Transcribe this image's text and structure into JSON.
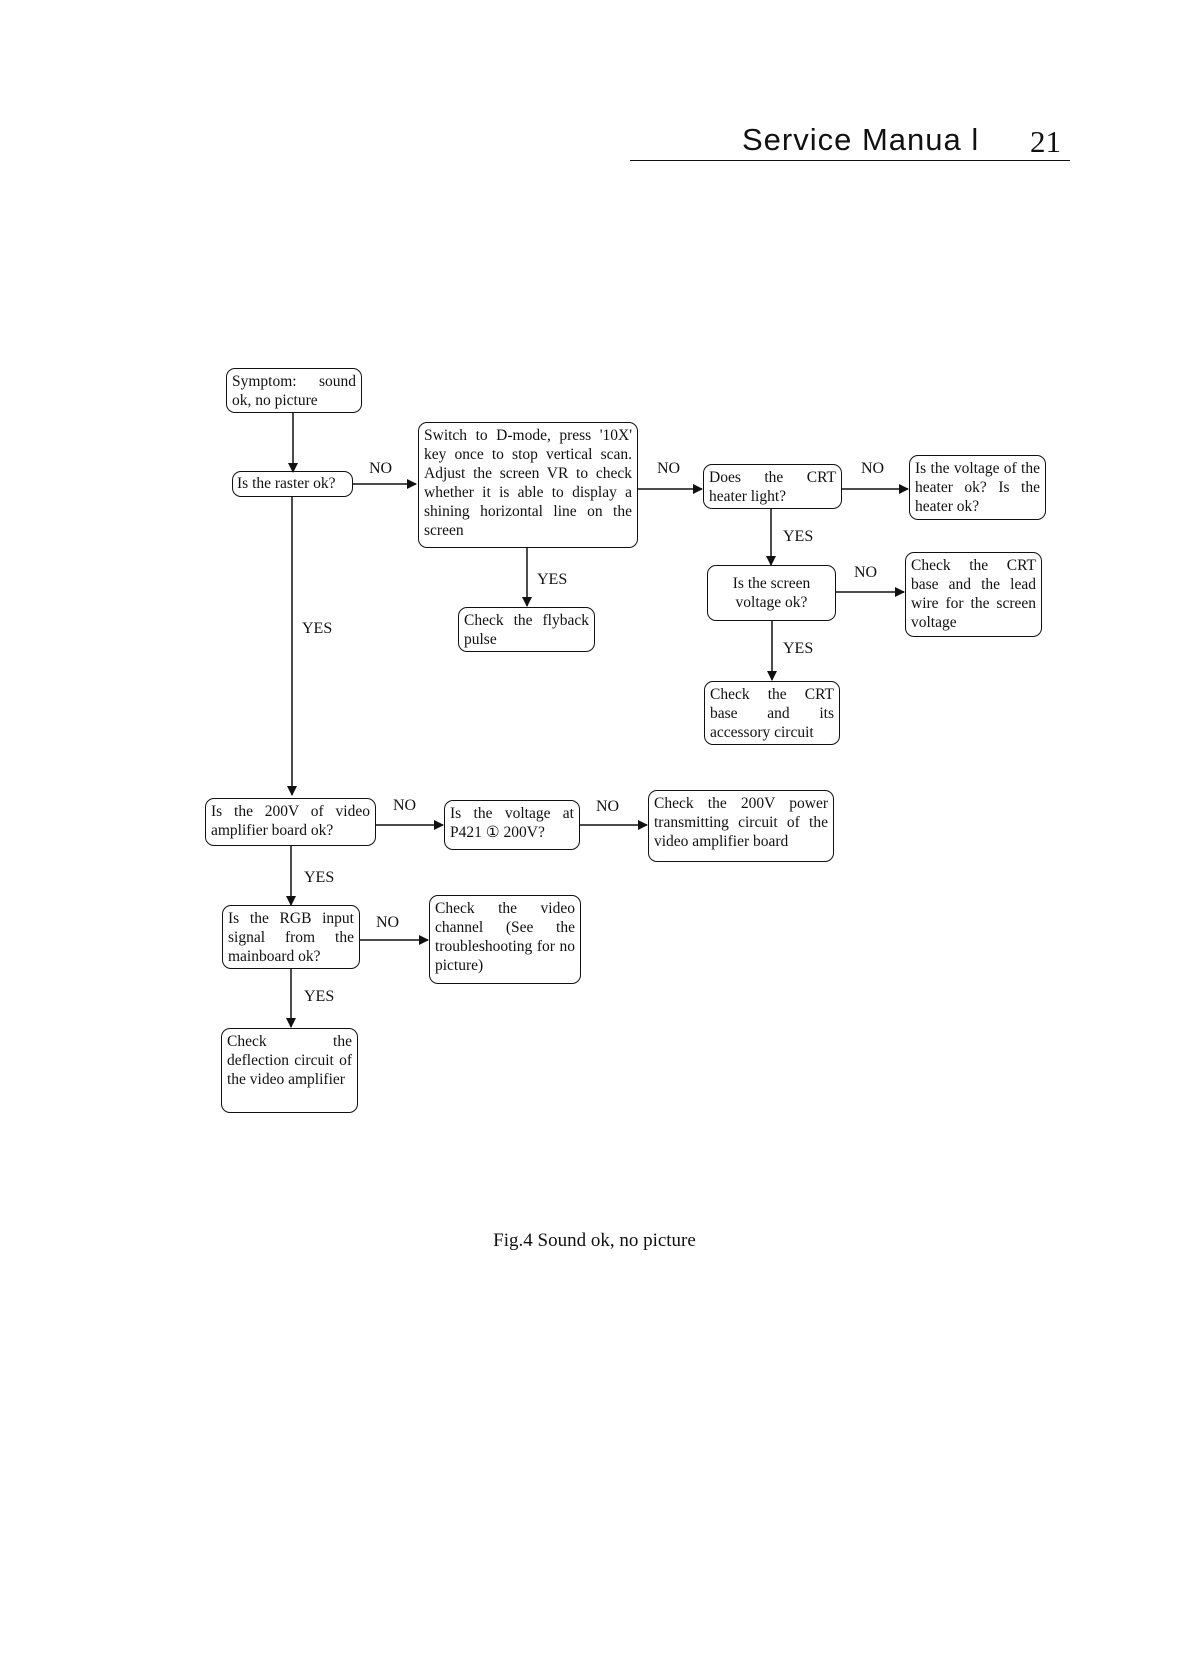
{
  "header": {
    "title": "Service Manua l",
    "page_number": "21"
  },
  "nodes": {
    "symptom": "Symptom: sound ok, no picture",
    "raster_ok": "Is the raster ok?",
    "switch_dmode": "Switch to D-mode, press '10X' key once to stop vertical scan. Adjust the screen VR to check whether it is able to display a shining horizontal line on the screen",
    "check_flyback": "Check the flyback pulse",
    "crt_heater": "Does the CRT heater light?",
    "heater_voltage": "Is the voltage of the heater ok? Is the heater ok?",
    "screen_voltage": "Is the screen voltage ok?",
    "check_crt_base_lead": "Check the CRT base and the lead wire for the screen voltage",
    "check_crt_base_circuit": "Check the CRT base and its accessory circuit",
    "v200_ok": "Is the 200V of video amplifier board ok?",
    "p421_voltage": "Is the voltage at P421 ① 200V?",
    "check_200v_power": "Check the 200V power transmitting circuit of the video amplifier board",
    "rgb_input": "Is the RGB input signal from the mainboard ok?",
    "check_video_channel": "Check the video channel (See the troubleshooting for no picture)",
    "check_deflection": "Check the deflection circuit of the video amplifier"
  },
  "edge_labels": {
    "no_raster": "NO",
    "yes_raster": "YES",
    "no_switch": "NO",
    "yes_switch": "YES",
    "no_heater": "NO",
    "yes_heater": "YES",
    "no_screen": "NO",
    "yes_screen": "YES",
    "no_200v": "NO",
    "no_p421": "NO",
    "yes_200v": "YES",
    "no_rgb": "NO",
    "yes_rgb": "YES"
  },
  "caption": "Fig.4 Sound ok, no picture"
}
